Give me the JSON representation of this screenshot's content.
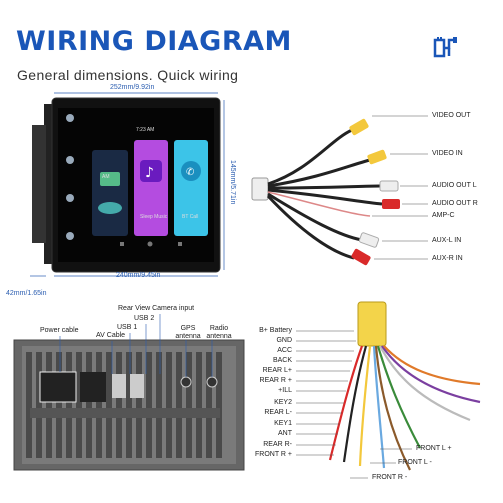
{
  "header": {
    "title": "WIRING DIAGRAM",
    "subtitle": "General dimensions. Quick wiring",
    "brand_icon": "wiring-plug-icon",
    "accent_color": "#1a56b8"
  },
  "dimensions": {
    "width": "252mm/9.92in",
    "height": "145mm/5.71in",
    "screen_width": "240mm/9.45in",
    "depth": "42mm/1.65in"
  },
  "screen": {
    "time": "7:23 AM",
    "left_label": "AM",
    "card1_title": "Sleep Music",
    "card2_title": "BT Call"
  },
  "right_labels": [
    "VIDEO OUT",
    "VIDEO IN",
    "AUDIO OUT L",
    "AUDIO OUT R",
    "AMP-C",
    "AUX-L IN",
    "AUX-R IN"
  ],
  "back_labels": {
    "power": "Power cable",
    "av": "AV Cable",
    "usb1": "USB 1",
    "usb2": "USB 2",
    "camera": "Rear View Camera input",
    "gps": "GPS antenna",
    "radio": "Radio antenna"
  },
  "harness_labels": [
    "B+ Battery",
    "GND",
    "ACC",
    "BACK",
    "REAR L+",
    "REAR R +",
    "+ILL",
    "KEY2",
    "REAR L-",
    "KEY1",
    "ANT",
    "REAR R-",
    "FRONT R +"
  ],
  "front_labels": [
    "FRONT L +",
    "FRONT L -",
    "FRONT R -"
  ]
}
